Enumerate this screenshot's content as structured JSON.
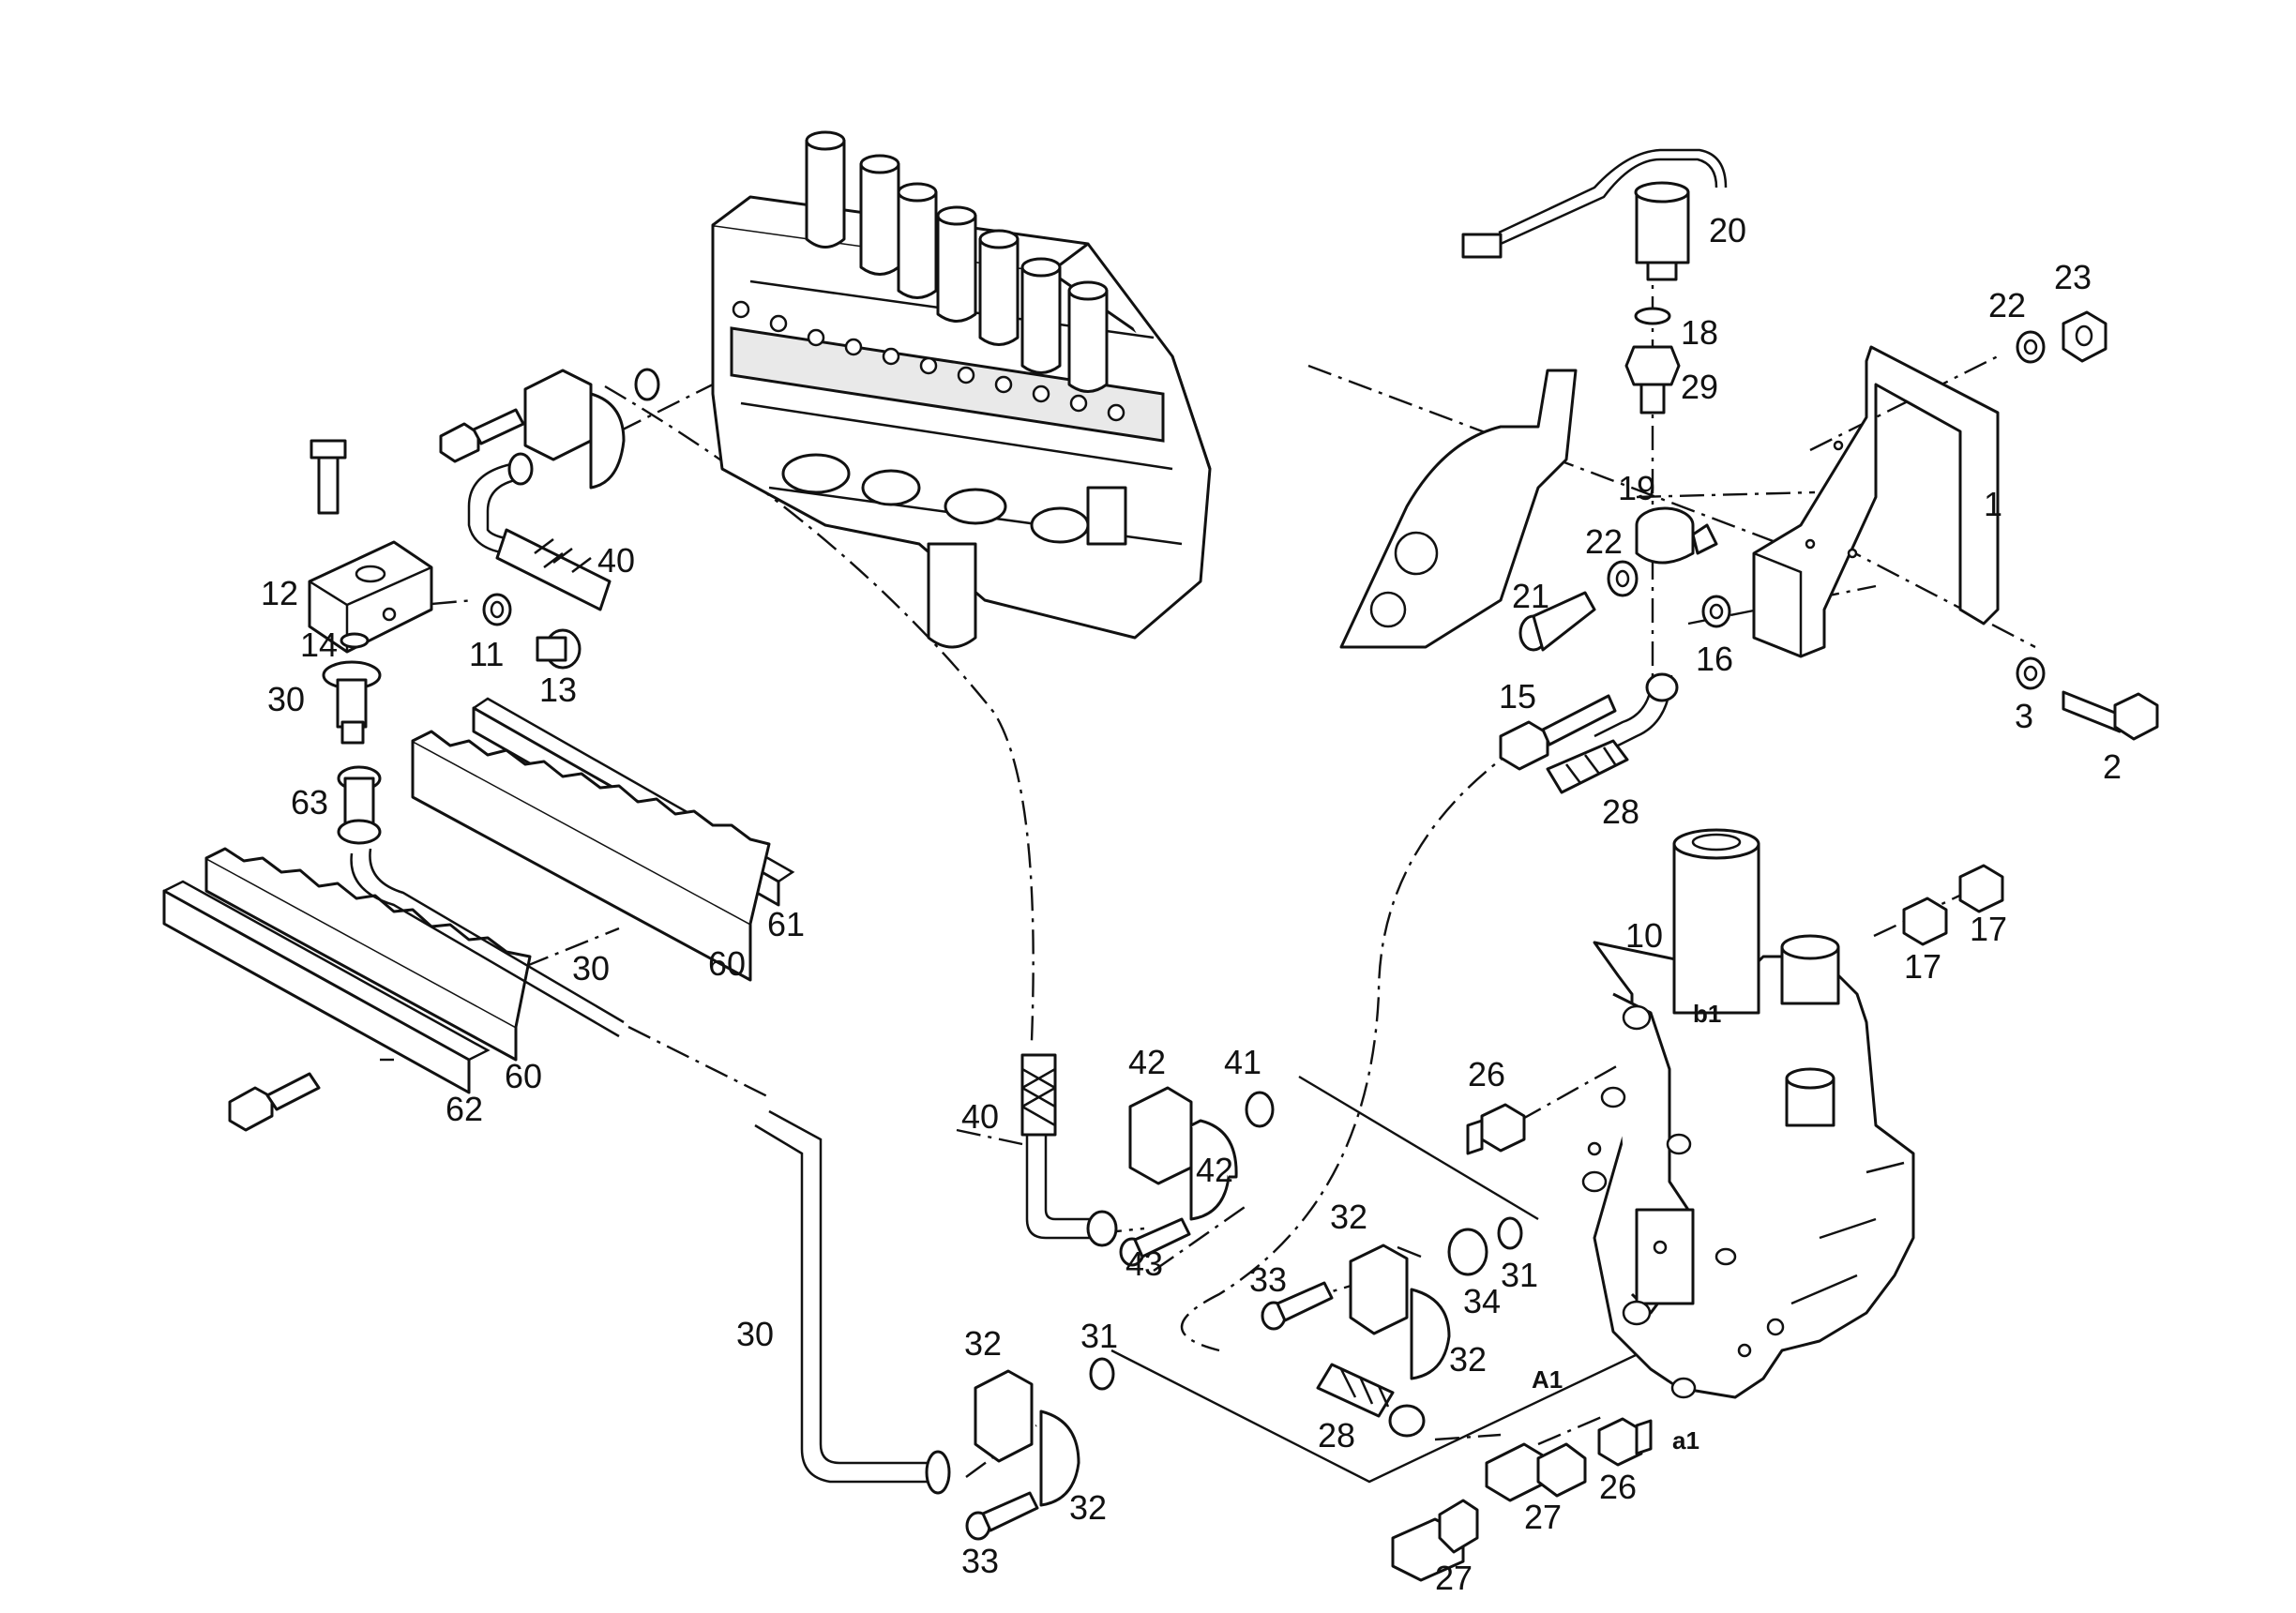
{
  "callouts": {
    "c1": "1",
    "c2": "2",
    "c3": "3",
    "c10": "10",
    "c11": "11",
    "c12": "12",
    "c13": "13",
    "c14": "14",
    "c15": "15",
    "c16": "16",
    "c17a": "17",
    "c17b": "17",
    "c18": "18",
    "c19": "19",
    "c20": "20",
    "c21": "21",
    "c22a": "22",
    "c22b": "22",
    "c23": "23",
    "c26a": "26",
    "c26b": "26",
    "c27a": "27",
    "c27b": "27",
    "c28a": "28",
    "c28b": "28",
    "c29": "29",
    "c30a": "30",
    "c30b": "30",
    "c30c": "30",
    "c31a": "31",
    "c31b": "31",
    "c32a": "32",
    "c32b": "32",
    "c32c": "32",
    "c32d": "32",
    "c33a": "33",
    "c33b": "33",
    "c34": "34",
    "c40a": "40",
    "c40b": "40",
    "c41": "41",
    "c42a": "42",
    "c42b": "42",
    "c43": "43",
    "c60a": "60",
    "c60b": "60",
    "c61": "61",
    "c62": "62",
    "c63": "63"
  },
  "port_labels": {
    "b1": "b1",
    "A1": "A1",
    "a1": "a1"
  }
}
